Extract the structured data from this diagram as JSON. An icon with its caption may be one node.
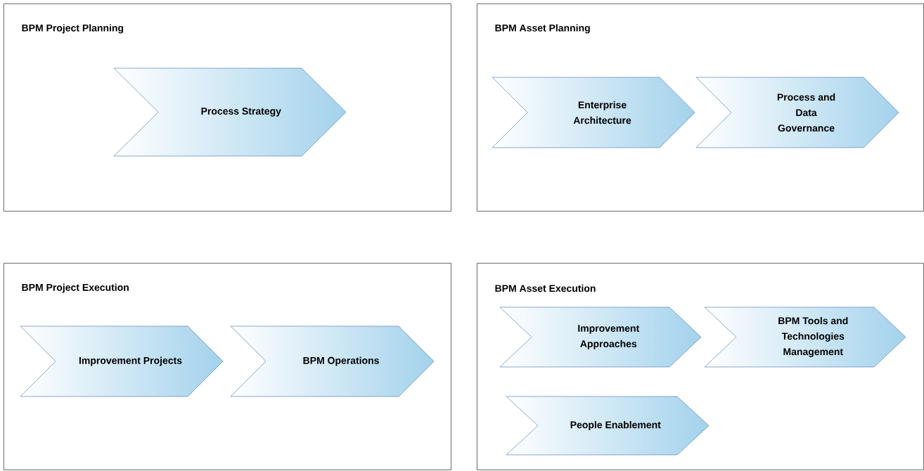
{
  "diagram": {
    "nodes": [
      {
        "text": [
          "BPM Project Planning"
        ]
      },
      {
        "text": [
          "Process Strategy"
        ],
        "in": 0
      },
      {
        "text": [
          "BPM Asset Planning"
        ]
      },
      {
        "text": [
          "Enterprise Architecture"
        ],
        "in": 2
      },
      {
        "text": [
          "Process and Data Governance"
        ],
        "in": 2
      },
      {
        "text": [
          "BPM Project Execution"
        ]
      },
      {
        "text": [
          "Improvement Projects"
        ],
        "in": 5
      },
      {
        "text": [
          "BPM Operations"
        ],
        "in": 5
      },
      {
        "text": [
          "BPM Asset Execution"
        ]
      },
      {
        "text": [
          "Improvement Approaches"
        ],
        "in": 8
      },
      {
        "text": [
          "BPM Tools and Technologies Management"
        ],
        "in": 8
      },
      {
        "text": [
          "People Enablement"
        ],
        "in": 8
      }
    ]
  }
}
